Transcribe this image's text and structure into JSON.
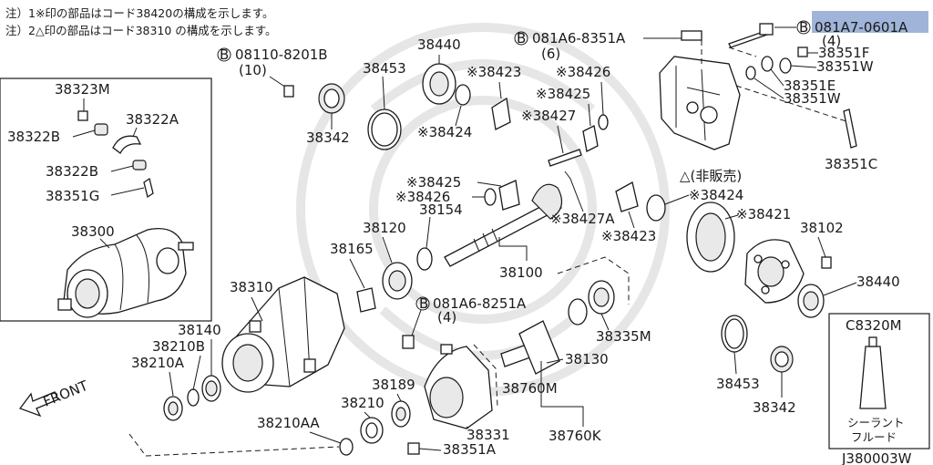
{
  "notes": [
    "注）1※印の部品はコード38420の構成を示します。",
    "注）2△印の部品はコード38310 の構成を示します。"
  ],
  "highlight": {
    "color": "#9fb4d8"
  },
  "callouts": {
    "p38323M": "38323M",
    "p38322A": "38322A",
    "p38322B_1": "38322B",
    "p38322B_2": "38322B",
    "p38351G": "38351G",
    "p38300": "38300",
    "b08110_prefix": "B",
    "b08110": "08110-8201B",
    "b08110_qty": "(10)",
    "p38453_top": "38453",
    "p38342_top": "38342",
    "p38440_top": "38440",
    "p38423_top": "※38423",
    "p38424_top": "※38424",
    "p38426_top": "※38426",
    "p38425_top": "※38425",
    "p38427_top": "※38427",
    "b081A6_8351A_prefix": "B",
    "b081A6_8351A": "081A6-8351A",
    "b081A6_8351A_qty": "(6)",
    "b081A7_prefix": "B",
    "b081A7": "081A7-0601A",
    "b081A7_qty": "(4)",
    "p38351F": "38351F",
    "p38351W_1": "38351W",
    "p38351E": "38351E",
    "p38351W_2": "38351W",
    "p38351C": "38351C",
    "not_sold": "△(非販売)",
    "p38425_mid": "※38425",
    "p38426_mid": "※38426",
    "p38154": "38154",
    "p38427A": "※38427A",
    "p38423_mid": "※38423",
    "p38424_right": "※38424",
    "p38421": "※38421",
    "p38102": "38102",
    "p38120": "38120",
    "p38165": "38165",
    "p38100": "38100",
    "p38440_right": "38440",
    "p38310": "38310",
    "b081A6_8251A_prefix": "B",
    "b081A6_8251A": "081A6-8251A",
    "b081A6_8251A_qty": "(4)",
    "p38335M": "38335M",
    "p38140": "38140",
    "p38210B": "38210B",
    "p38210A": "38210A",
    "p38130": "38130",
    "p38453_right": "38453",
    "p38342_right": "38342",
    "c8320m": "C8320M",
    "sealant_1": "シーラント",
    "sealant_2": "フルード",
    "p38189": "38189",
    "p38760M": "38760M",
    "p38210": "38210",
    "p38331": "38331",
    "p38210AA": "38210AA",
    "p38760K": "38760K",
    "p38351A": "38351A",
    "front": "FRONT",
    "diagram_code": "J380003W"
  }
}
